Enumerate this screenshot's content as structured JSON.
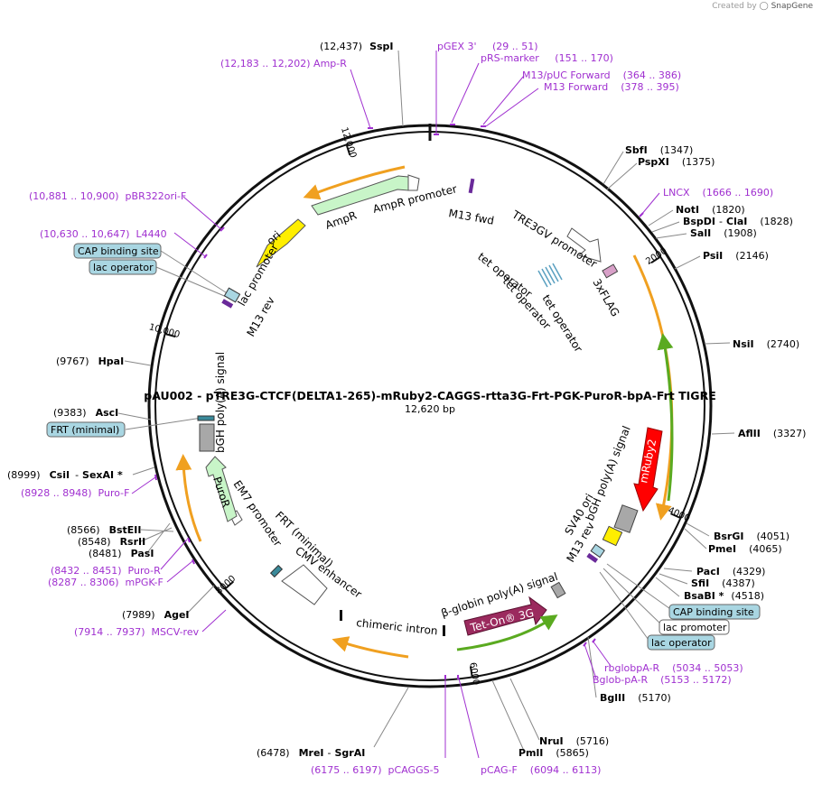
{
  "credit": {
    "prefix": "Created by",
    "brand": "SnapGene"
  },
  "plasmid": {
    "title": "pAU002 - pTRE3G-CTCF(DELTA1-265)-mRuby2-CAGGS-rtta3G-Frt-PGK-PuroR-bpA-Frt TIGRE",
    "length_label": "12,620 bp",
    "total_bp": 12620
  },
  "ticks": [
    {
      "label": "2000",
      "pos": 2000
    },
    {
      "label": "4000",
      "pos": 4000
    },
    {
      "label": "6000",
      "pos": 6000
    },
    {
      "label": "8000",
      "pos": 8000
    },
    {
      "label": "10,000",
      "pos": 10000
    },
    {
      "label": "12,000",
      "pos": 12000
    }
  ],
  "site_labels": [
    {
      "id": "sspi",
      "name": "SspI",
      "coord": "(12,437)",
      "side": "L"
    },
    {
      "id": "sbfi",
      "name": "SbfI",
      "coord": "(1347)",
      "side": "R"
    },
    {
      "id": "pspxi",
      "name": "PspXI",
      "coord": "(1375)",
      "side": "R"
    },
    {
      "id": "noti",
      "name": "NotI",
      "coord": "(1820)",
      "side": "R"
    },
    {
      "id": "bspdi",
      "name": "BspDI",
      "extra": "ClaI",
      "coord": "(1828)",
      "side": "R"
    },
    {
      "id": "sali",
      "name": "SalI",
      "coord": "(1908)",
      "side": "R"
    },
    {
      "id": "psii",
      "name": "PsiI",
      "coord": "(2146)",
      "side": "R"
    },
    {
      "id": "nsii",
      "name": "NsiI",
      "coord": "(2740)",
      "side": "R"
    },
    {
      "id": "aflii",
      "name": "AflII",
      "coord": "(3327)",
      "side": "R"
    },
    {
      "id": "bsrgi",
      "name": "BsrGI",
      "coord": "(4051)",
      "side": "R"
    },
    {
      "id": "pmei",
      "name": "PmeI",
      "coord": "(4065)",
      "side": "R"
    },
    {
      "id": "paci",
      "name": "PacI",
      "coord": "(4329)",
      "side": "R"
    },
    {
      "id": "sfii",
      "name": "SfiI",
      "coord": "(4387)",
      "side": "R"
    },
    {
      "id": "bsabi",
      "name": "BsaBI *",
      "coord": "(4518)",
      "side": "R"
    },
    {
      "id": "bglii",
      "name": "BglII",
      "coord": "(5170)",
      "side": "R"
    },
    {
      "id": "nrui",
      "name": "NruI",
      "coord": "(5716)",
      "side": "R"
    },
    {
      "id": "pmli",
      "name": "PmlI",
      "coord": "(5865)",
      "side": "R"
    },
    {
      "id": "mrei",
      "name": "MreI",
      "extra": "SgrAI",
      "coord": "(6478)",
      "side": "L"
    },
    {
      "id": "agei",
      "name": "AgeI",
      "coord": "(7989)",
      "side": "L"
    },
    {
      "id": "pasi",
      "name": "PasI",
      "coord": "(8481)",
      "side": "L"
    },
    {
      "id": "rsrii",
      "name": "RsrII",
      "coord": "(8548)",
      "side": "L"
    },
    {
      "id": "bsteii",
      "name": "BstEII",
      "coord": "(8566)",
      "side": "L"
    },
    {
      "id": "csii",
      "name": "CsiI",
      "extra": "SexAI *",
      "coord": "(8999)",
      "side": "L"
    },
    {
      "id": "asci",
      "name": "AscI",
      "coord": "(9383)",
      "side": "L"
    },
    {
      "id": "hpai",
      "name": "HpaI",
      "coord": "(9767)",
      "side": "L"
    }
  ],
  "primer_labels": [
    {
      "id": "ampr-primer",
      "text": "(12,183 .. 12,202)  Amp-R"
    },
    {
      "id": "pgex3",
      "text": "pGEX 3'     (29 .. 51)"
    },
    {
      "id": "prs-marker",
      "text": "pRS-marker     (151 .. 170)"
    },
    {
      "id": "m13puc",
      "text": "M13/pUC Forward    (364 .. 386)"
    },
    {
      "id": "m13fwd-primer",
      "text": "M13 Forward    (378 .. 395)"
    },
    {
      "id": "lncx",
      "text": "LNCX    (1666 .. 1690)"
    },
    {
      "id": "pbr322",
      "text": "(10,881 .. 10,900)  pBR322ori-F"
    },
    {
      "id": "l4440",
      "text": "(10,630 .. 10,647)  L4440"
    },
    {
      "id": "purof",
      "text": "(8928 .. 8948)  Puro-F"
    },
    {
      "id": "puror",
      "text": "(8432 .. 8451)  Puro-R"
    },
    {
      "id": "mpgkf",
      "text": "(8287 .. 8306)  mPGK-F"
    },
    {
      "id": "msцv",
      "text": "(7914 .. 7937)  MSCV-rev"
    },
    {
      "id": "rbglob",
      "text": "rbglobpA-R    (5034 .. 5053)"
    },
    {
      "id": "bglob",
      "text": "Bglob-pA-R    (5153 .. 5172)"
    },
    {
      "id": "pcaggs5",
      "text": "(6175 .. 6197)  pCAGGS-5"
    },
    {
      "id": "pcagf",
      "text": "pCAG-F    (6094 .. 6113)"
    }
  ],
  "boxed_labels": {
    "cap_left": "CAP binding site",
    "lac_left": "lac operator",
    "frt_min": "FRT (minimal)",
    "cap_right": "CAP binding site",
    "lac_prom_right": "lac promoter",
    "lac_op_right": "lac operator"
  },
  "feature_labels": {
    "ampr": "AmpR",
    "ampr_promoter": "AmpR promoter",
    "m13fwd": "M13 fwd",
    "ori": "ori",
    "lac_promoter": "lac promoter",
    "m13rev_left": "M13 rev",
    "tre3gv": "TRE3GV promoter",
    "tet1": "tet operator",
    "tet2": "tet operator",
    "tet3": "tet operator",
    "flag": "3xFLAG",
    "bgh_left": "bGH poly(A) signal",
    "puror": "PuroR",
    "em7": "EM7 promoter",
    "frt_min_inner": "FRT (minimal)",
    "cmv": "CMV enhancer",
    "chimeric": "chimeric intron",
    "betaglobin": "β-globin poly(A) signal",
    "teton": "Tet-On® 3G",
    "sv40": "SV40 ori",
    "m13rev_right": "M13 rev",
    "bgh_right": "bGH poly(A) signal",
    "mruby": "mRuby2"
  },
  "colors": {
    "backbone": "#111111",
    "primer": "#a030d0",
    "boxed_fill": "#a9d6e2",
    "ampr": "#c8f5c8",
    "ori": "#ffee00",
    "teton": "#9b2a5e",
    "mruby": "#ff0000",
    "orange_arc": "#f0a020",
    "green_arc": "#5aaa20"
  }
}
